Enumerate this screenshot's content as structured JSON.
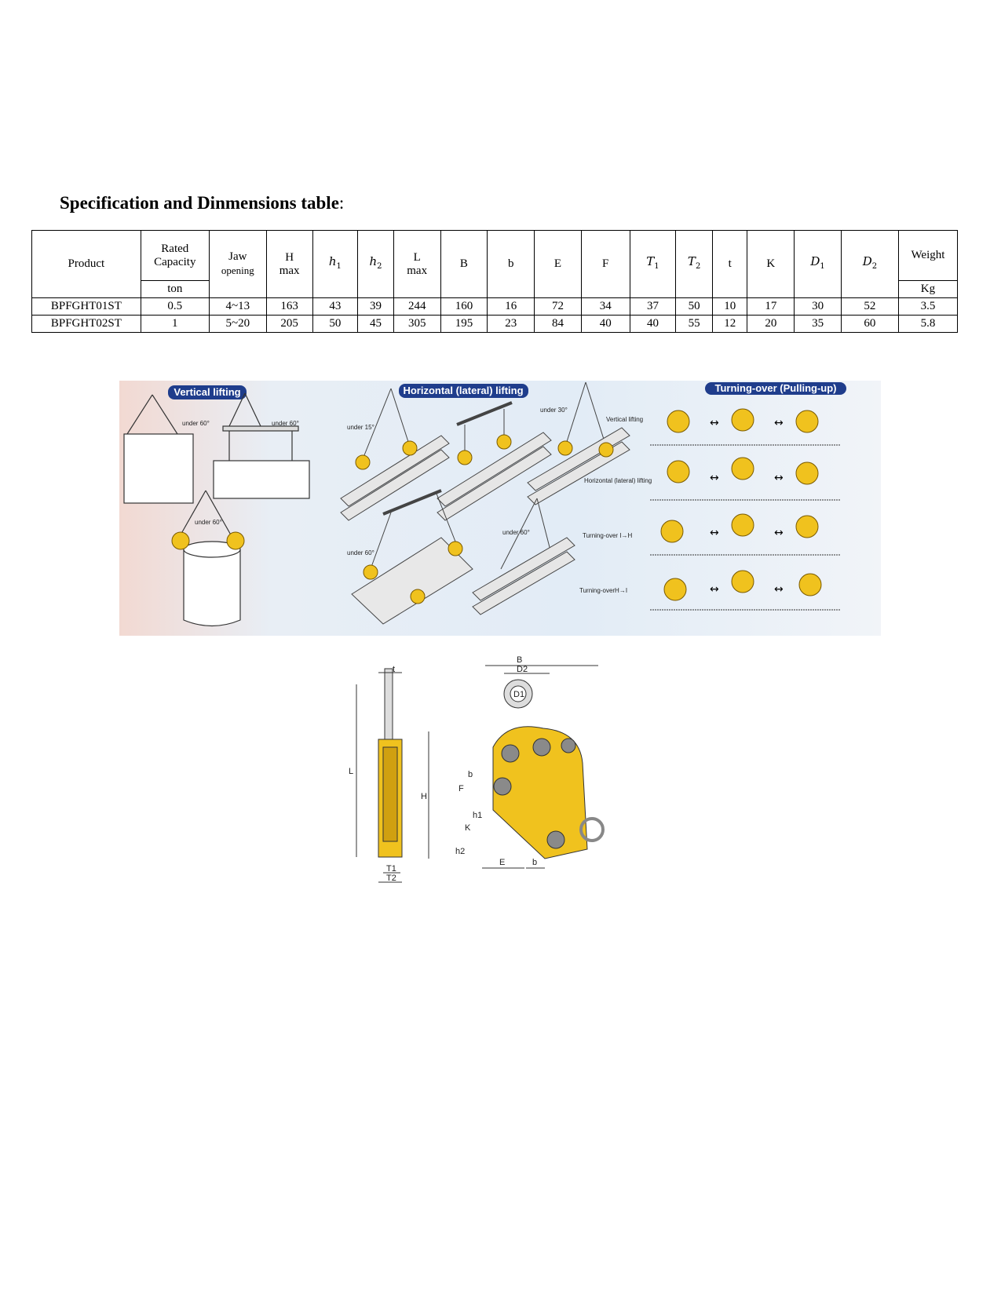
{
  "title": {
    "text": "Specification and Dinmensions table",
    "colon": ":"
  },
  "table": {
    "headers": {
      "product": "Product",
      "rated": [
        "Rated",
        "Capacity"
      ],
      "jaw": [
        "Jaw",
        "opening"
      ],
      "h": [
        "H",
        "max"
      ],
      "h1": [
        "h",
        "1"
      ],
      "h2": [
        "h",
        "2"
      ],
      "l": [
        "L",
        "max"
      ],
      "B": "B",
      "b": "b",
      "E": "E",
      "F": "F",
      "T1": [
        "T",
        "1"
      ],
      "T2": [
        "T",
        "2"
      ],
      "t": "t",
      "K": "K",
      "D1": [
        "D",
        "1"
      ],
      "D2": [
        "D",
        "2"
      ],
      "weight": "Weight"
    },
    "units": {
      "capacity": "ton",
      "weight": "Kg"
    },
    "rows": [
      [
        "BPFGHT01ST",
        "0.5",
        "4~13",
        "163",
        "43",
        "39",
        "244",
        "160",
        "16",
        "72",
        "34",
        "37",
        "50",
        "10",
        "17",
        "30",
        "52",
        "3.5"
      ],
      [
        "BPFGHT02ST",
        "1",
        "5~20",
        "205",
        "50",
        "45",
        "305",
        "195",
        "23",
        "84",
        "40",
        "40",
        "55",
        "12",
        "20",
        "35",
        "60",
        "5.8"
      ]
    ]
  },
  "usage": {
    "pills": [
      "Vertical lifting",
      "Horizontal (lateral) lifting",
      "Turning-over (Pulling-up)"
    ],
    "angles": [
      "under 60°",
      "under 60°",
      "under 60°",
      "under 15°",
      "under 30°",
      "under 60°",
      "under 60°"
    ],
    "rows": [
      "Vertical lifting",
      "Horizontal (lateral) lifting",
      "Turning-over I→H",
      "Turning-overH→I"
    ],
    "arrow": "↔"
  },
  "dims": {
    "labels": [
      "t",
      "L",
      "T1",
      "T2",
      "B",
      "D2",
      "D1",
      "H",
      "F",
      "b",
      "h1",
      "K",
      "h2",
      "E",
      "b"
    ]
  },
  "colors": {
    "clamp_yellow": "#f0c21e",
    "pill_blue": "#1f3d8c",
    "hole_gray": "#8a8a8a"
  }
}
